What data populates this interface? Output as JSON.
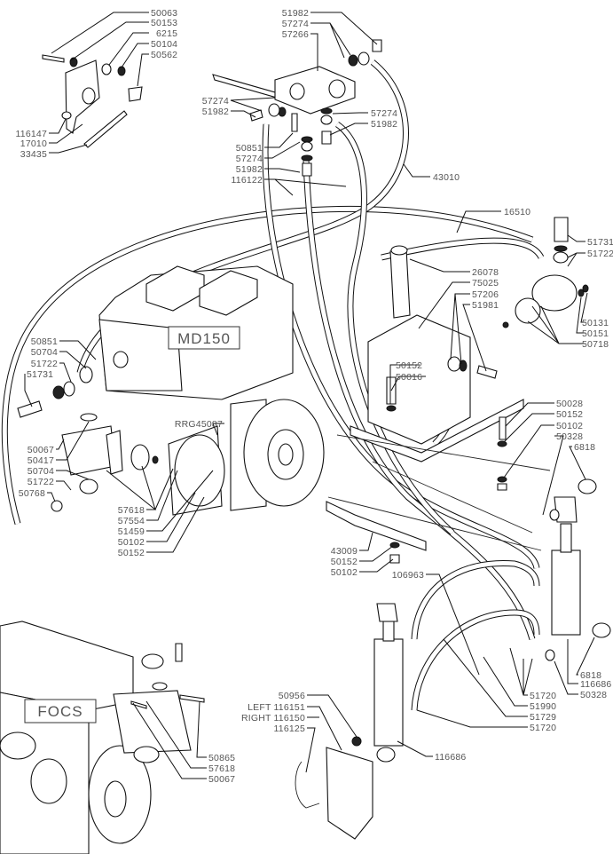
{
  "diagram": {
    "type": "exploded-parts-diagram",
    "models": [
      {
        "label": "MD150"
      },
      {
        "label": "FOCS"
      }
    ],
    "callouts": [
      {
        "part": "50063"
      },
      {
        "part": "50153"
      },
      {
        "part": "6215"
      },
      {
        "part": "50104"
      },
      {
        "part": "50562"
      },
      {
        "part": "116147"
      },
      {
        "part": "17010"
      },
      {
        "part": "33435"
      },
      {
        "part": "51982"
      },
      {
        "part": "57274"
      },
      {
        "part": "57266"
      },
      {
        "part": "57274"
      },
      {
        "part": "51982"
      },
      {
        "part": "57274"
      },
      {
        "part": "51982"
      },
      {
        "part": "50851"
      },
      {
        "part": "57274"
      },
      {
        "part": "51982"
      },
      {
        "part": "116122"
      },
      {
        "part": "43010"
      },
      {
        "part": "16510"
      },
      {
        "part": "51731"
      },
      {
        "part": "51722"
      },
      {
        "part": "26078"
      },
      {
        "part": "75025"
      },
      {
        "part": "57206"
      },
      {
        "part": "51981"
      },
      {
        "part": "50131"
      },
      {
        "part": "50151"
      },
      {
        "part": "50718"
      },
      {
        "part": "50851"
      },
      {
        "part": "50704"
      },
      {
        "part": "51722"
      },
      {
        "part": "51731"
      },
      {
        "part": "50152"
      },
      {
        "part": "50016"
      },
      {
        "part": "RRG45087"
      },
      {
        "part": "50067"
      },
      {
        "part": "50417"
      },
      {
        "part": "50704"
      },
      {
        "part": "51722"
      },
      {
        "part": "50768"
      },
      {
        "part": "57618"
      },
      {
        "part": "57554"
      },
      {
        "part": "51459"
      },
      {
        "part": "50102"
      },
      {
        "part": "50152"
      },
      {
        "part": "50028"
      },
      {
        "part": "50152"
      },
      {
        "part": "50102"
      },
      {
        "part": "50328"
      },
      {
        "part": "6818"
      },
      {
        "part": "43009"
      },
      {
        "part": "50152"
      },
      {
        "part": "50102"
      },
      {
        "part": "106963"
      },
      {
        "part": "6818"
      },
      {
        "part": "116686"
      },
      {
        "part": "50328"
      },
      {
        "part": "51720"
      },
      {
        "part": "51990"
      },
      {
        "part": "51729"
      },
      {
        "part": "51720"
      },
      {
        "part": "116686"
      },
      {
        "part": "50956"
      },
      {
        "part": "LEFT 116151"
      },
      {
        "part": "RIGHT 116150"
      },
      {
        "part": "116125"
      },
      {
        "part": "50865"
      },
      {
        "part": "57618"
      },
      {
        "part": "50067"
      }
    ]
  }
}
